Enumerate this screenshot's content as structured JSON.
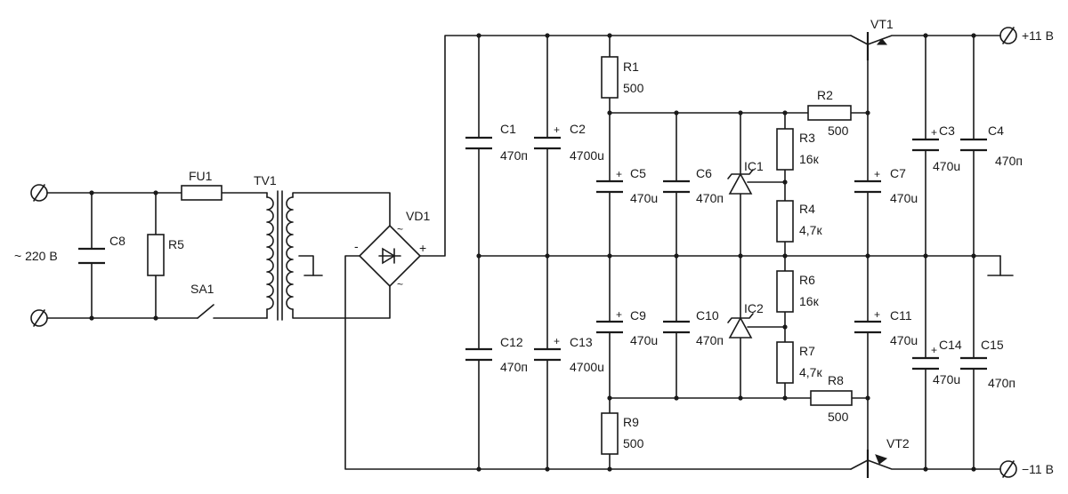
{
  "input": {
    "label": "~ 220 В"
  },
  "outputs": {
    "pos": "+11 В",
    "neg": "−11 В"
  },
  "parts": {
    "C1": {
      "name": "C1",
      "value": "470п"
    },
    "C2": {
      "name": "C2",
      "value": "4700u"
    },
    "C3": {
      "name": "C3",
      "value": "470u"
    },
    "C4": {
      "name": "C4",
      "value": "470п"
    },
    "C5": {
      "name": "C5",
      "value": "470u"
    },
    "C6": {
      "name": "C6",
      "value": "470п"
    },
    "C7": {
      "name": "C7",
      "value": "470u"
    },
    "C8": {
      "name": "C8"
    },
    "C9": {
      "name": "C9",
      "value": "470u"
    },
    "C10": {
      "name": "C10",
      "value": "470п"
    },
    "C11": {
      "name": "C11",
      "value": "470u"
    },
    "C12": {
      "name": "C12",
      "value": "470п"
    },
    "C13": {
      "name": "C13",
      "value": "4700u"
    },
    "C14": {
      "name": "C14",
      "value": "470u"
    },
    "C15": {
      "name": "C15",
      "value": "470п"
    },
    "R1": {
      "name": "R1",
      "value": "500"
    },
    "R2": {
      "name": "R2",
      "value": "500"
    },
    "R3": {
      "name": "R3",
      "value": "16к"
    },
    "R4": {
      "name": "R4",
      "value": "4,7к"
    },
    "R5": {
      "name": "R5"
    },
    "R6": {
      "name": "R6",
      "value": "16к"
    },
    "R7": {
      "name": "R7",
      "value": "4,7к"
    },
    "R8": {
      "name": "R8",
      "value": "500"
    },
    "R9": {
      "name": "R9",
      "value": "500"
    },
    "FU1": {
      "name": "FU1"
    },
    "TV1": {
      "name": "TV1"
    },
    "VD1": {
      "name": "VD1"
    },
    "SA1": {
      "name": "SA1"
    },
    "IC1": {
      "name": "IC1"
    },
    "IC2": {
      "name": "IC2"
    },
    "VT1": {
      "name": "VT1"
    },
    "VT2": {
      "name": "VT2"
    }
  },
  "symbols": {
    "plus": "+",
    "minus": "-",
    "tilde": "~"
  }
}
